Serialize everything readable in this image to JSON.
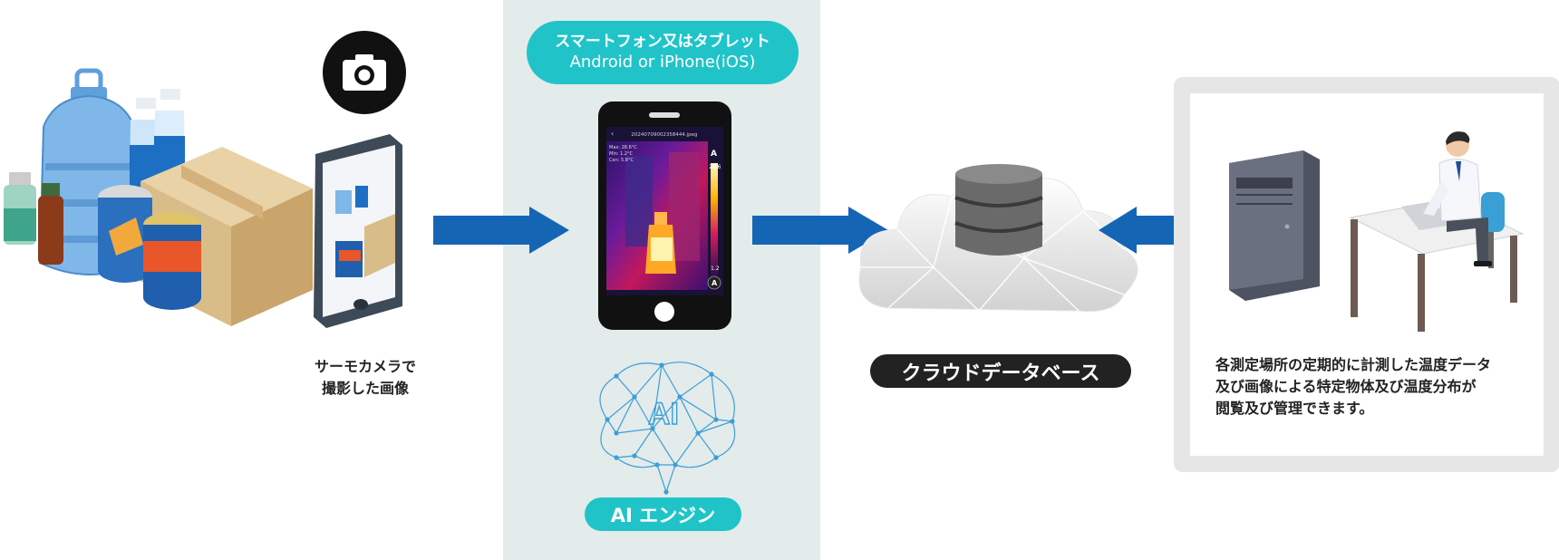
{
  "device": {
    "line1": "スマートフォン又はタブレット",
    "line2": "Android or iPhone(iOS)"
  },
  "ai_engine": {
    "brain_text": "AI",
    "label": "AI エンジン"
  },
  "capture": {
    "caption_line1": "サーモカメラで",
    "caption_line2": "撮影した画像"
  },
  "cloud": {
    "label": "クラウドデータベース"
  },
  "management": {
    "line1": "各測定場所の定期的に計測した温度データ",
    "line2": "及び画像による特定物体及び温度分布が",
    "line3": "閲覧及び管理できます。"
  },
  "phone_screen": {
    "filename": "20240709002358444.jpeg",
    "max_value": "28.6",
    "min_value": "1.2",
    "mode_label": "A",
    "stat_max": "Max: 28.6°C",
    "stat_min": "Min: 1.2°C",
    "stat_center": "Cen: 5.8°C"
  },
  "colors": {
    "teal": "#20c4c8",
    "arrow_blue": "#1565b5",
    "band": "#e3ebeb",
    "dark_pill": "#222222"
  }
}
